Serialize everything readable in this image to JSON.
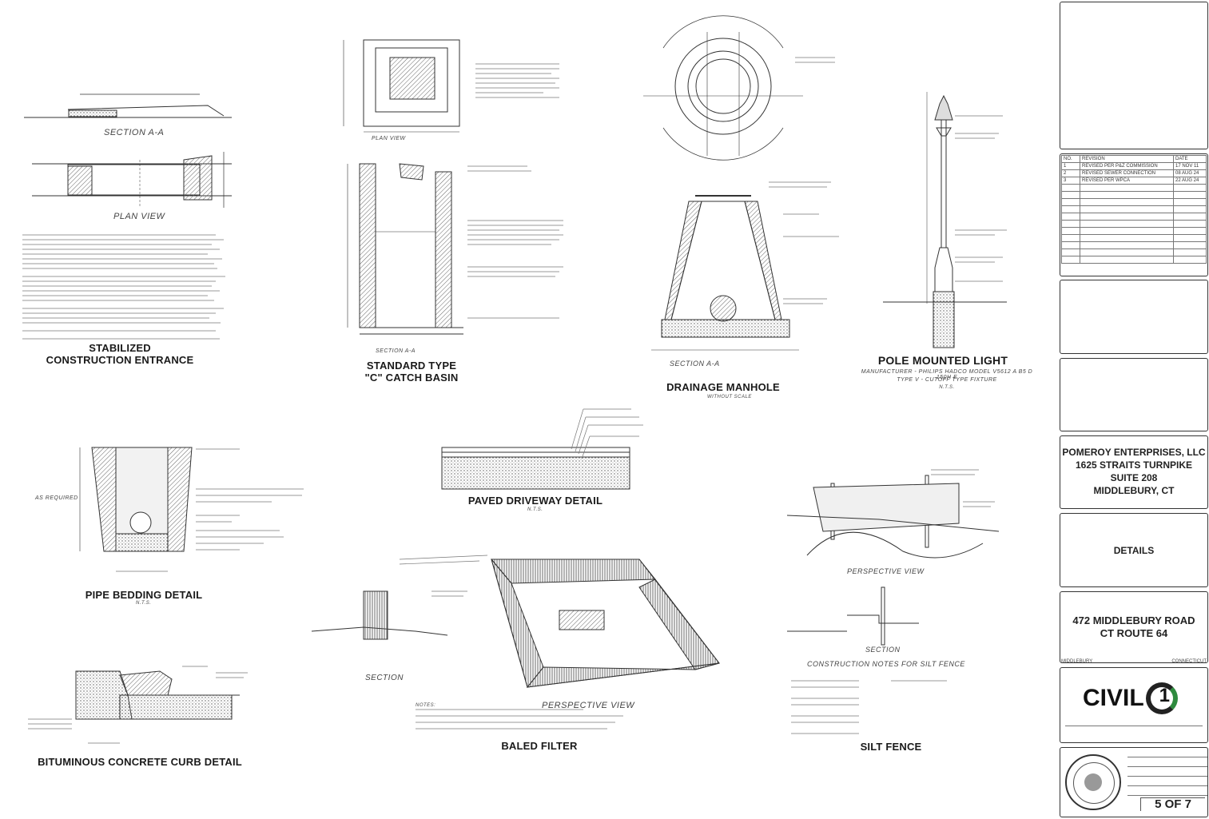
{
  "details": {
    "stabilized": {
      "title_line1": "STABILIZED",
      "title_line2": "CONSTRUCTION ENTRANCE",
      "section_label": "SECTION A-A",
      "plan_label": "PLAN VIEW"
    },
    "catch_basin": {
      "title_line1": "STANDARD TYPE",
      "title_line2": "\"C\" CATCH BASIN",
      "plan_label": "PLAN VIEW",
      "section_label": "SECTION A-A"
    },
    "manhole": {
      "title": "DRAINAGE MANHOLE",
      "section_label": "SECTION A-A",
      "scale": "WITHOUT SCALE"
    },
    "pole_light": {
      "title": "POLE MOUNTED LIGHT",
      "manufacturer_line1": "MANUFACTURER - PHILIPS HADCO MODEL V5612 A B5 D 150H E",
      "manufacturer_line2": "TYPE V - CUTOFF TYPE FIXTURE",
      "scale": "N.T.S."
    },
    "pipe_bedding": {
      "title": "PIPE BEDDING DETAIL",
      "scale": "N.T.S.",
      "side_label": "AS REQUIRED"
    },
    "paved_driveway": {
      "title": "PAVED DRIVEWAY DETAIL",
      "scale": "N.T.S."
    },
    "baled_filter": {
      "title": "BALED FILTER",
      "section_label": "SECTION",
      "perspective_label": "PERSPECTIVE VIEW",
      "notes_label": "NOTES:"
    },
    "silt_fence": {
      "title": "SILT FENCE",
      "perspective_label": "PERSPECTIVE VIEW",
      "section_label": "SECTION",
      "notes_label": "CONSTRUCTION NOTES FOR SILT FENCE"
    },
    "curb": {
      "title": "BITUMINOUS CONCRETE CURB DETAIL"
    }
  },
  "title_block": {
    "revision_header": {
      "no": "NO.",
      "revision": "REVISION",
      "date": "DATE"
    },
    "revisions": [
      {
        "no": "1",
        "revision": "REVISED PER P&Z COMMISSION",
        "date": "17 NOV 11"
      },
      {
        "no": "2",
        "revision": "REVISED SEWER CONNECTION",
        "date": "08 AUG 24"
      },
      {
        "no": "3",
        "revision": "REVISED PER WPCA",
        "date": "22 AUG 24"
      }
    ],
    "owner_line1": "POMEROY ENTERPRISES, LLC",
    "owner_line2": "1625 STRAITS TURNPIKE",
    "owner_line3": "SUITE 208",
    "owner_line4": "MIDDLEBURY, CT",
    "sheet_title": "DETAILS",
    "project_line1": "472 MIDDLEBURY ROAD",
    "project_line2": "CT ROUTE 64",
    "town_left": "MIDDLEBURY",
    "town_right": "CONNECTICUT",
    "logo_text": "CIVIL",
    "logo_number": "1",
    "sheet_number": "5 OF 7"
  },
  "colors": {
    "ink": "#1a1a1a",
    "hatch": "#555555",
    "paper": "#ffffff"
  }
}
